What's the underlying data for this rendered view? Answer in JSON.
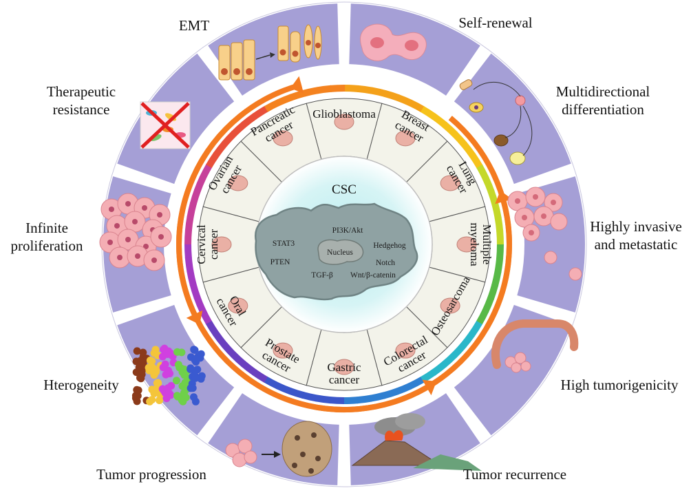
{
  "center": {
    "title": "CSC",
    "nucleus": "Nucleus",
    "pathways": [
      "PI3K/Akt",
      "STAT3",
      "Hedgehog",
      "PTEN",
      "Notch",
      "TGF-β",
      "Wnt/β-catenin"
    ]
  },
  "outer_segments": [
    {
      "id": "emt",
      "label": [
        "EMT"
      ]
    },
    {
      "id": "self-renewal",
      "label": [
        "Self-renewal"
      ]
    },
    {
      "id": "multidirectional-differentiation",
      "label": [
        "Multidirectional",
        "differentiation"
      ]
    },
    {
      "id": "highly-invasive",
      "label": [
        "Highly invasive",
        "and metastatic"
      ]
    },
    {
      "id": "high-tumorigenicity",
      "label": [
        "High tumorigenicity"
      ]
    },
    {
      "id": "tumor-recurrence",
      "label": [
        "Tumor recurrence"
      ]
    },
    {
      "id": "tumor-progression",
      "label": [
        "Tumor progression"
      ]
    },
    {
      "id": "heterogeneity",
      "label": [
        "Hterogeneity"
      ]
    },
    {
      "id": "infinite-proliferation",
      "label": [
        "Infinite",
        "proliferation"
      ]
    },
    {
      "id": "therapeutic-resistance",
      "label": [
        "Therapeutic",
        "resistance"
      ]
    }
  ],
  "cancers": [
    {
      "id": "glioblastoma",
      "label": [
        "Glioblastoma"
      ]
    },
    {
      "id": "breast",
      "label": [
        "Breast",
        "cancer"
      ]
    },
    {
      "id": "lung",
      "label": [
        "Lung",
        "cancer"
      ]
    },
    {
      "id": "multiple-myeloma",
      "label": [
        "Multiple",
        "myeloma"
      ]
    },
    {
      "id": "osteosarcoma",
      "label": [
        "Osteosarcoma"
      ]
    },
    {
      "id": "colorectal",
      "label": [
        "Colorectal",
        "cancer"
      ]
    },
    {
      "id": "gastric",
      "label": [
        "Gastric",
        "cancer"
      ]
    },
    {
      "id": "prostate",
      "label": [
        "Prostate",
        "cancer"
      ]
    },
    {
      "id": "oral",
      "label": [
        "Oral",
        "cancer"
      ]
    },
    {
      "id": "cervical",
      "label": [
        "Cervical",
        "cancer"
      ]
    },
    {
      "id": "ovarian",
      "label": [
        "Ovarian",
        "cancer"
      ]
    },
    {
      "id": "pancreatic",
      "label": [
        "Pancreatic",
        "cancer"
      ]
    }
  ],
  "colors": {
    "outer_panel": "#a59fd6",
    "inner_sector": "#f3f3ea",
    "center_glow": "#c6eff2",
    "cell_body": "#8fa2a3",
    "arrow": "#f47b20"
  }
}
